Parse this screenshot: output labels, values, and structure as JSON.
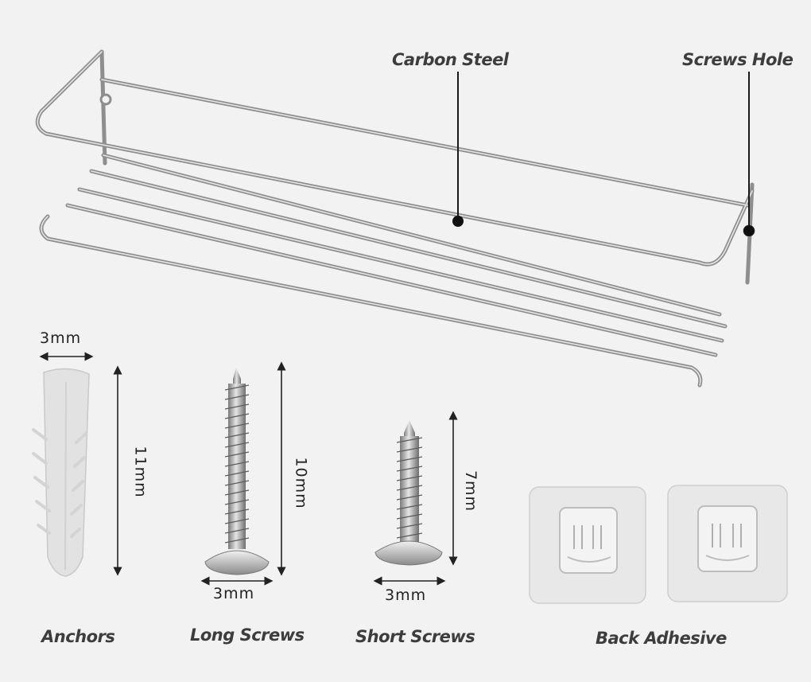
{
  "callouts": {
    "carbon_steel": "Carbon Steel",
    "screws_hole": "Screws Hole"
  },
  "dimensions": {
    "anchor_width": "3mm",
    "anchor_length": "11mm",
    "long_screw_length": "10mm",
    "long_screw_width": "3mm",
    "short_screw_length": "7mm",
    "short_screw_width": "3mm"
  },
  "captions": {
    "anchors": "Anchors",
    "long_screws": "Long Screws",
    "short_screws": "Short Screws",
    "back_adhesive": "Back Adhesive"
  },
  "colors": {
    "background": "#f2f2f2",
    "chrome": "#b9b9b9",
    "label_text": "#3d3d3d"
  }
}
